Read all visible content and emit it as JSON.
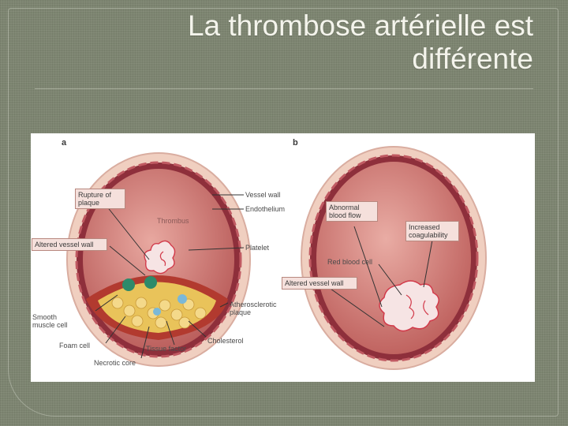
{
  "title": "La thrombose artérielle est différente",
  "panel_a": {
    "letter": "a",
    "boxes": {
      "rupture": "Rupture of plaque",
      "altered": "Altered vessel wall"
    },
    "labels": {
      "thrombus": "Thrombus",
      "vessel_wall": "Vessel wall",
      "endothelium": "Endothelium",
      "platelet": "Platelet",
      "smooth_muscle": "Smooth muscle cell",
      "atherosclerotic": "Atherosclerotic plaque",
      "foam_cell": "Foam cell",
      "tissue_factor": "Tissue factor",
      "cholesterol": "Cholesterol",
      "necrotic_core": "Necrotic core"
    }
  },
  "panel_b": {
    "letter": "b",
    "boxes": {
      "abnormal": "Abnormal blood flow",
      "increased": "Increased coagulability",
      "altered": "Altered vessel wall"
    },
    "labels": {
      "red_blood_cell": "Red blood cell"
    }
  },
  "colors": {
    "background": "#7d8571",
    "lumen": "#cf7b76",
    "vessel_wall": "#f2d4c7",
    "endothelium": "#8e2f3b",
    "label_box": "#f5e0dc"
  }
}
